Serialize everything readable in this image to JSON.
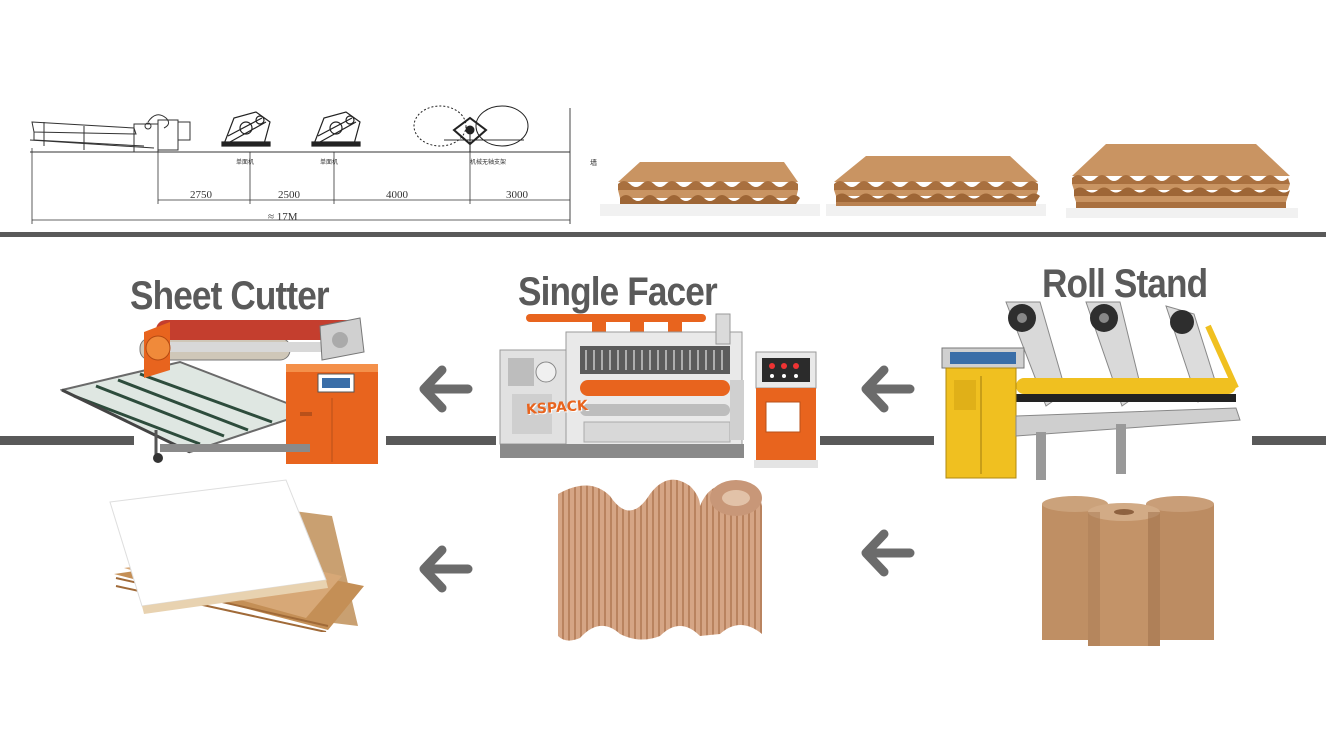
{
  "layout_diagram": {
    "dimensions": [
      "2750",
      "2500",
      "4000",
      "3000"
    ],
    "total_length": "≈ 17M",
    "machine_labels": [
      "单面机",
      "单面机",
      "机械无轴支架"
    ],
    "side_label": "墙"
  },
  "stages": [
    {
      "title": "Sheet Cutter"
    },
    {
      "title": "Single Facer",
      "brand": "KSPACK"
    },
    {
      "title": "Roll Stand"
    }
  ],
  "colors": {
    "divider": "#595959",
    "arrow": "#6b6b6b",
    "title_text": "#5a5a5a",
    "kraft": "#c8956a",
    "machine_orange": "#e8641e",
    "machine_white": "#e9e9e9",
    "machine_yellow": "#f0c020"
  },
  "icons": [
    "arrow-left-icon"
  ]
}
